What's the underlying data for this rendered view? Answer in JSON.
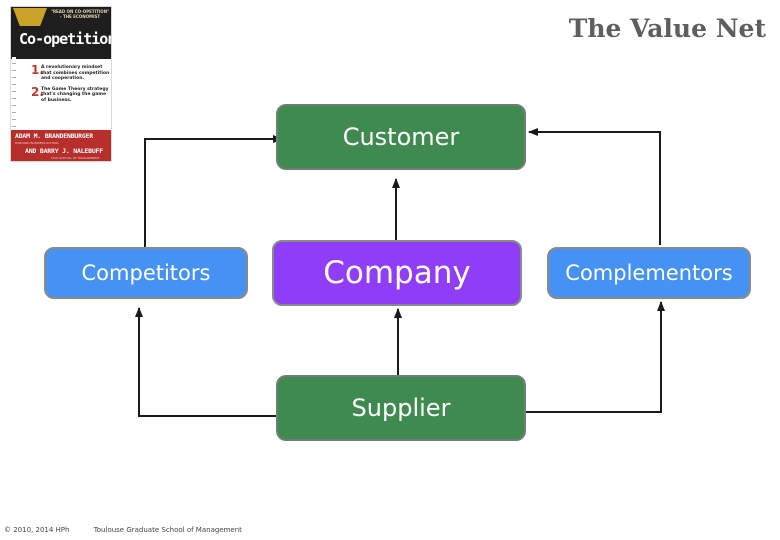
{
  "slide": {
    "title": "The Value Net"
  },
  "book_cover": {
    "badge_text": "",
    "quote_line_1": "\"READ ON CO-OPETITION\"",
    "quote_line_2": "- THE ECONOMIST",
    "title": "Co-opetition",
    "point_1_number": "1.",
    "point_1_text": "A revolutionary mindset that combines competition and cooperation.",
    "point_2_number": "2.",
    "point_2_text": "The Game Theory strategy that's changing the game of business.",
    "author_1": "ADAM M. BRANDENBURGER",
    "author_1_sub": "HARVARD BUSINESS SCHOOL",
    "author_2": "AND BARRY J. NALEBUFF",
    "author_2_sub": "YALE SCHOOL OF MANAGEMENT"
  },
  "diagram": {
    "nodes": {
      "customer": "Customer",
      "company": "Company",
      "competitors": "Competitors",
      "complementors": "Complementors",
      "supplier": "Supplier"
    },
    "colors": {
      "primary_node": "#3f8a4e",
      "side_node": "#4592f4",
      "center_node": "#8f3df7",
      "connector": "#1a1a1a"
    }
  },
  "footer": {
    "copyright": "© 2010, 2014 HPh",
    "institution": "Toulouse Graduate School of Management"
  }
}
